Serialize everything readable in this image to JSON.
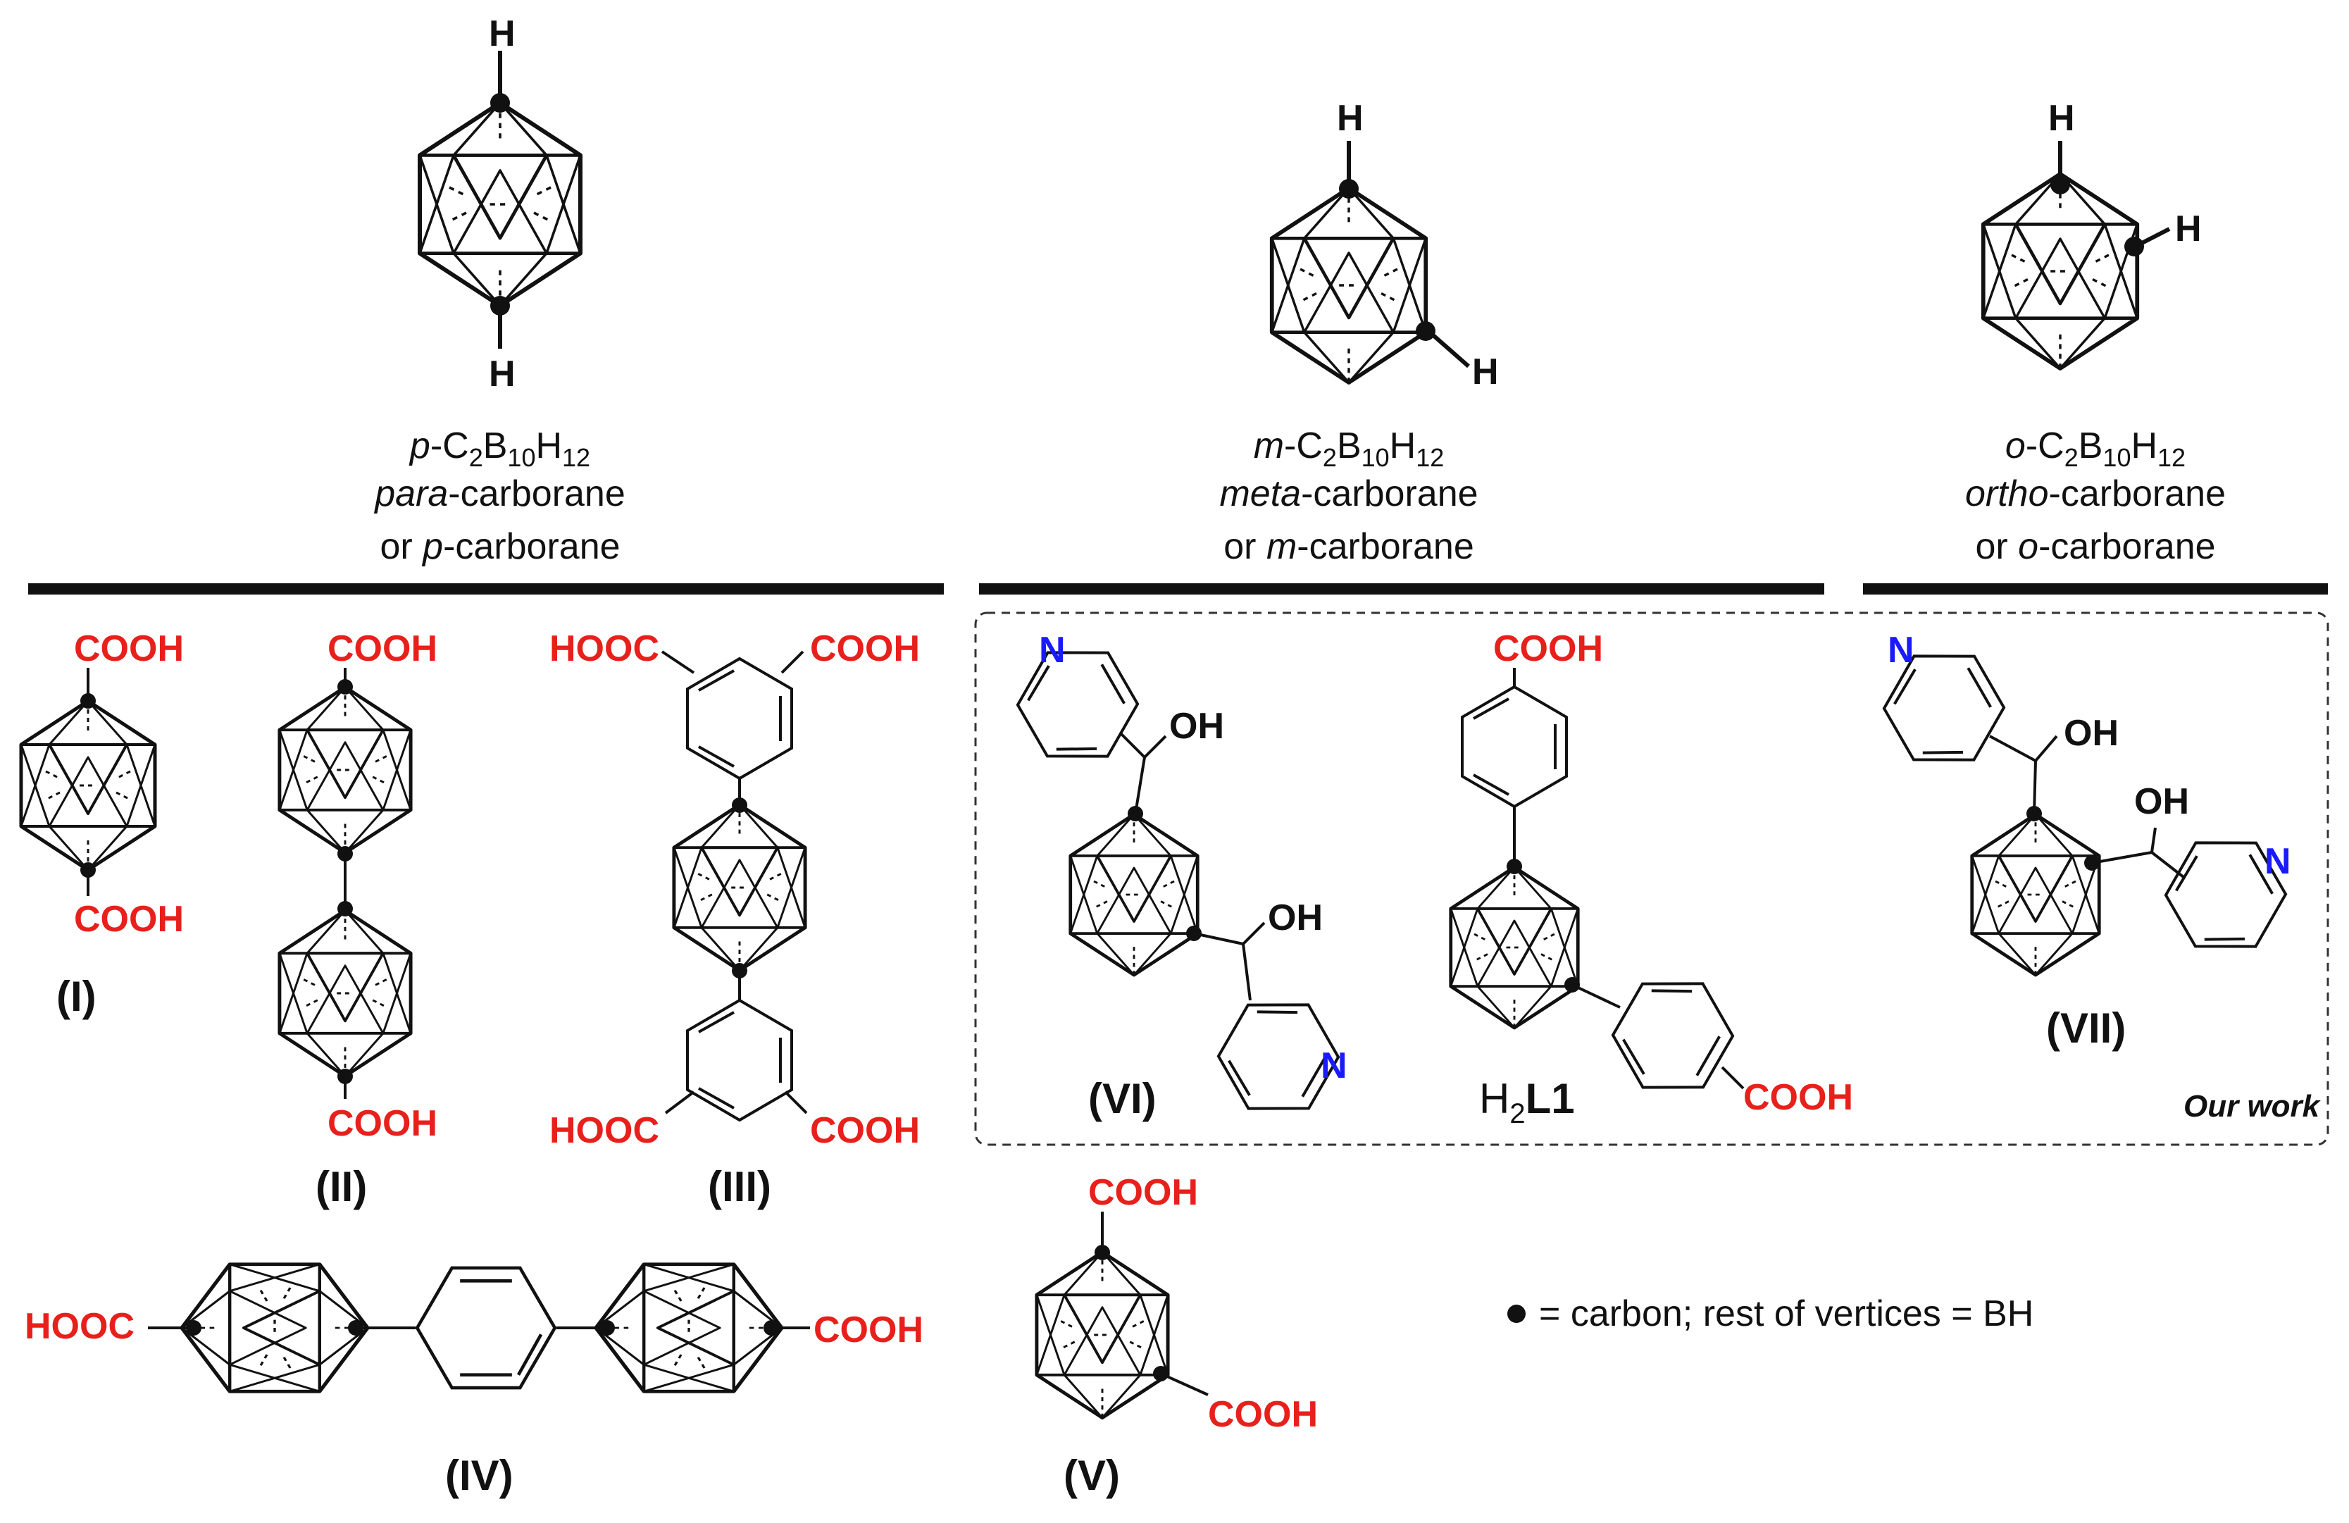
{
  "colors": {
    "acid": "#e8201b",
    "nitrogen": "#1a1aff",
    "ink": "#111111"
  },
  "top": {
    "para": {
      "prefix": "p",
      "formula_c": "-C",
      "c_sub": "2",
      "b": "B",
      "b_sub": "10",
      "h": "H",
      "h_sub": "12",
      "name_italic": "para",
      "name_rest": "-carborane",
      "alt_pre": "or ",
      "alt_italic": "p",
      "alt_rest": "-carborane"
    },
    "meta": {
      "prefix": "m",
      "formula_c": "-C",
      "c_sub": "2",
      "b": "B",
      "b_sub": "10",
      "h": "H",
      "h_sub": "12",
      "name_italic": "meta",
      "name_rest": "-carborane",
      "alt_pre": "or ",
      "alt_italic": "m",
      "alt_rest": "-carborane"
    },
    "ortho": {
      "prefix": "o",
      "formula_c": "-C",
      "c_sub": "2",
      "b": "B",
      "b_sub": "10",
      "h": "H",
      "h_sub": "12",
      "name_italic": "ortho",
      "name_rest": "-carborane",
      "alt_pre": "or ",
      "alt_italic": "o",
      "alt_rest": "-carborane"
    },
    "h_atom": "H"
  },
  "groups": {
    "cooh": "COOH",
    "hooc": "HOOC",
    "oh": "OH",
    "n": "N"
  },
  "compounds": {
    "I": "(I)",
    "II": "(II)",
    "III": "(III)",
    "IV": "(IV)",
    "V": "(V)",
    "VI": "(VI)",
    "VII": "(VII)",
    "h2l1_h": "H",
    "h2l1_sub": "2",
    "h2l1_l": "L1"
  },
  "our_work": "Our work",
  "legend": "= carbon;  rest of vertices = BH"
}
